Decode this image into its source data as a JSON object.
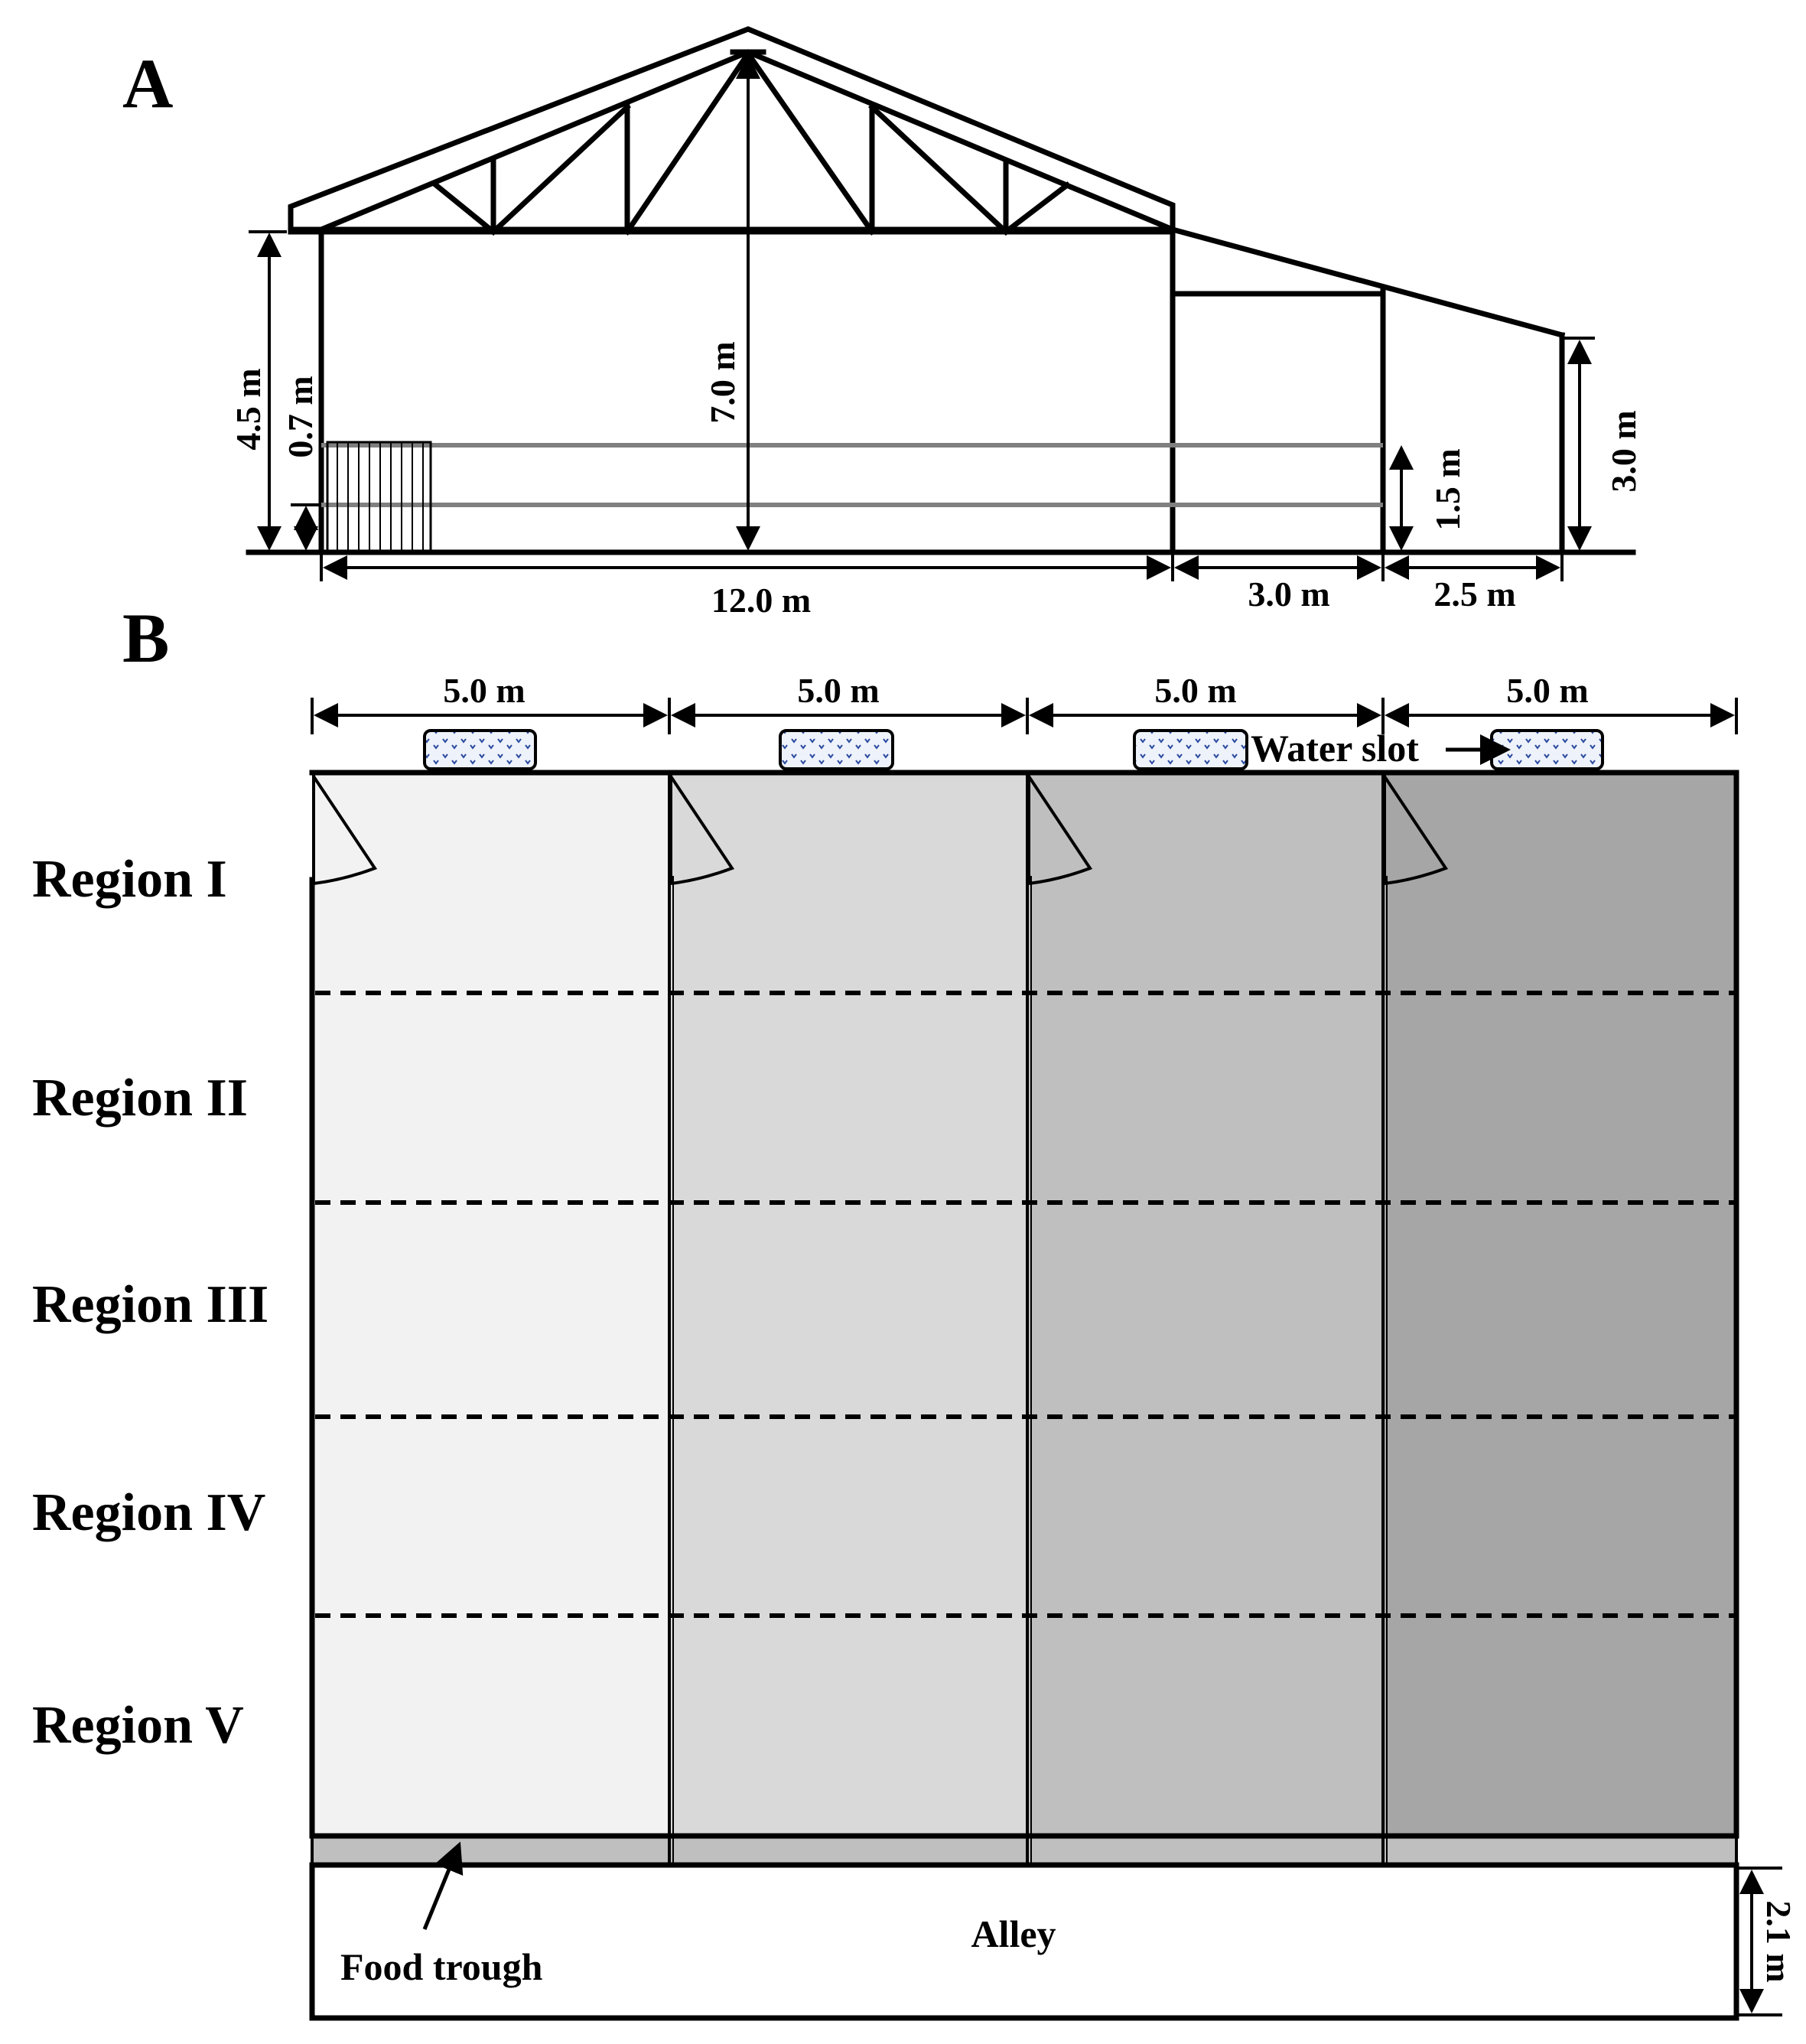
{
  "panel_a": {
    "label": "A",
    "dims": {
      "wall_height": "4.5 m",
      "low_height": "0.7 m",
      "ridge_height": "7.0 m",
      "inner_height": "1.5 m",
      "outer_height": "3.0 m",
      "width_main": "12.0 m",
      "width_mid": "3.0 m",
      "width_right": "2.5 m"
    }
  },
  "panel_b": {
    "label": "B",
    "pen_widths": [
      "5.0 m",
      "5.0 m",
      "5.0 m",
      "5.0 m"
    ],
    "water_slot_label": "Water slot",
    "regions": [
      "Region I",
      "Region II",
      "Region III",
      "Region IV",
      "Region V"
    ],
    "food_trough_label": "Food trough",
    "alley_label": "Alley",
    "alley_width": "2.1 m",
    "pen_colors": [
      "#f2f2f2",
      "#d9d9d9",
      "#bfbfbf",
      "#a6a6a6"
    ],
    "trough_color": "#bfbfbf",
    "water_fill": "#e8eef8"
  }
}
